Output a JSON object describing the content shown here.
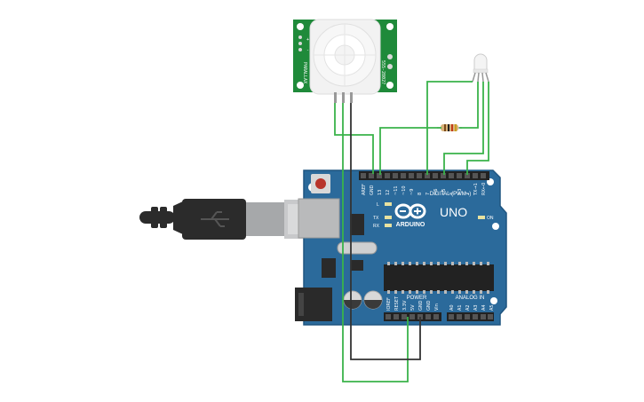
{
  "board": {
    "brand": "ARDUINO",
    "model": "UNO",
    "on_label": "ON",
    "l_label": "L",
    "tx_label": "TX",
    "rx_label": "RX",
    "digital_label": "DIGITAL (PWM~)",
    "power_label": "POWER",
    "analog_label": "ANALOG IN",
    "digital_pins": [
      "AREF",
      "GND",
      "13",
      "12",
      "~11",
      "~10",
      "~9",
      "8",
      "7",
      "~6",
      "~5",
      "4",
      "~3",
      "2",
      "TX→1",
      "RX←0"
    ],
    "power_pins": [
      "IOREF",
      "RESET",
      "3.3V",
      "5V",
      "GND",
      "GND",
      "Vin"
    ],
    "analog_pins": [
      "A0",
      "A1",
      "A2",
      "A3",
      "A4",
      "A5"
    ]
  },
  "pir": {
    "side_text_left": "PARALLAX",
    "side_text_right": "555-28027",
    "pin_marks": [
      "+",
      "-"
    ]
  },
  "colors": {
    "board": "#2b6a9b",
    "board_edge": "#1f5580",
    "pir_pcb": "#1f8a3a",
    "wire_green": "#3ab34a",
    "wire_black": "#333333",
    "resistor": "#d8b27a",
    "usb_plug": "#2b2b2b"
  }
}
